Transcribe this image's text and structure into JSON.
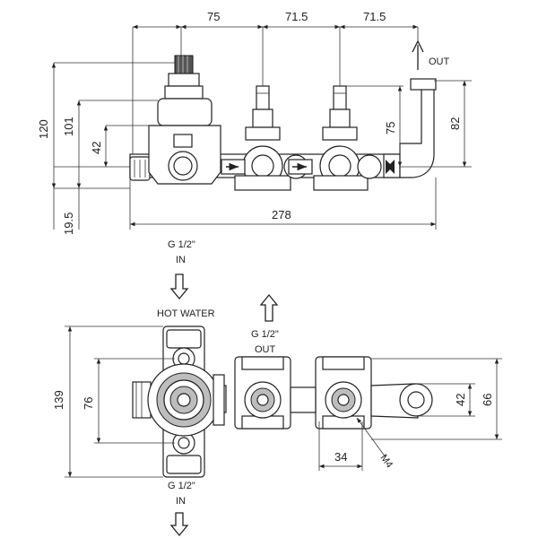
{
  "top_view": {
    "dims": {
      "d75_top": "75",
      "d71_5_a": "71.5",
      "d71_5_b": "71.5",
      "d120": "120",
      "d101": "101",
      "d42": "42",
      "d19_5": "19.5",
      "d278": "278",
      "d75_right": "75",
      "d82": "82"
    },
    "out_label": "OUT"
  },
  "bottom_view": {
    "inlet_top": {
      "size": "G 1/2\"",
      "dir": "IN"
    },
    "hot_water": "HOT WATER",
    "outlet": {
      "size": "G 1/2\"",
      "dir": "OUT"
    },
    "inlet_bottom": {
      "size": "G 1/2\"",
      "dir": "IN"
    },
    "dims": {
      "d139": "139",
      "d76": "76",
      "d42": "42",
      "d66": "66",
      "d34": "34",
      "m4": "M4"
    }
  }
}
